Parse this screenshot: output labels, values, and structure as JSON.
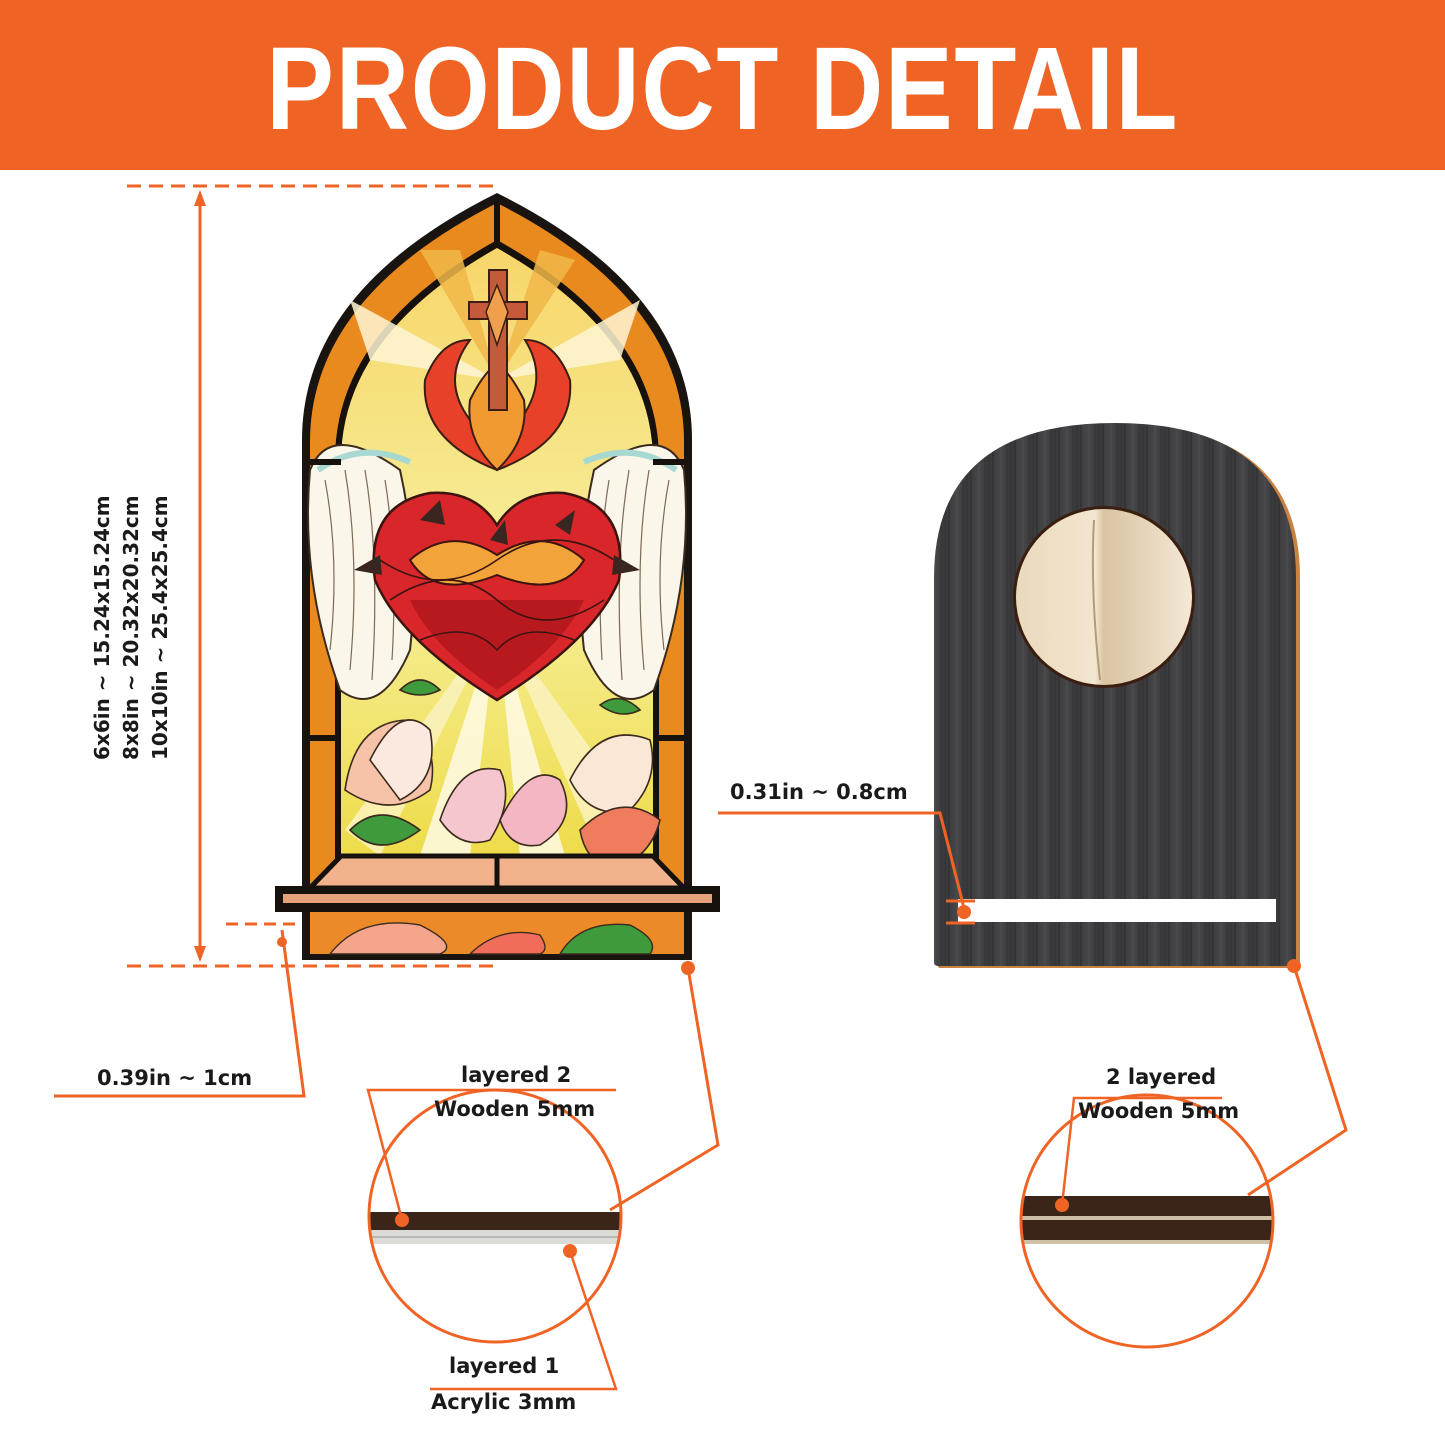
{
  "header": {
    "title": "PRODUCT DETAIL",
    "background_color": "#ef6424",
    "text_color": "#ffffff"
  },
  "accent_color": "#ef6424",
  "sizes": [
    "6x6in ~ 15.24x15.24cm",
    "8x8in ~ 20.32x20.32cm",
    "10x10in ~ 25.4x25.4cm"
  ],
  "dimensions": {
    "base_gap": "0.39in ~ 1cm",
    "slot_width": "0.31in ~ 0.8cm"
  },
  "front_callouts": {
    "top_layer": {
      "line1": "layered 2",
      "line2": "Wooden 5mm"
    },
    "bottom_layer": {
      "line1": "layered 1",
      "line2": "Acrylic 3mm"
    }
  },
  "back_callout": {
    "line1": "2 layered",
    "line2": "Wooden 5mm"
  },
  "products": {
    "front": "stained-glass-window-ornament",
    "back": "wooden-arch-stand"
  }
}
